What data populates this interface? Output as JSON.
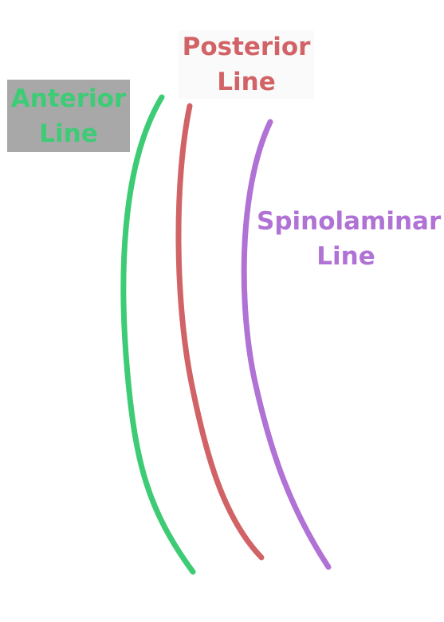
{
  "diagram": {
    "lines": [
      {
        "id": "anterior",
        "label_lines": [
          "Anterior",
          "Line"
        ],
        "color": "#3dcc75",
        "label_background": "#a8a8a8"
      },
      {
        "id": "posterior",
        "label_lines": [
          "Posterior",
          "Line"
        ],
        "color": "#d16366",
        "label_background": "#fafafa"
      },
      {
        "id": "spinolaminar",
        "label_lines": [
          "Spinolaminar",
          "Line"
        ],
        "color": "#b072d4"
      }
    ]
  }
}
